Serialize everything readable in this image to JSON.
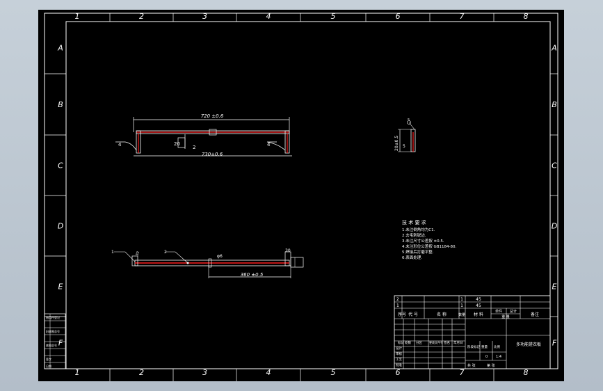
{
  "colors": {
    "background": "#000000",
    "line": "#ffffff",
    "part": "#ff2020",
    "window": "#c0cad4"
  },
  "border": {
    "columns": [
      "1",
      "2",
      "3",
      "4",
      "5",
      "6",
      "7",
      "8"
    ],
    "rows": [
      "A",
      "B",
      "C",
      "D",
      "E",
      "F"
    ]
  },
  "views": {
    "top": {
      "dim_overall": "720 ±0.6",
      "dim_inner": "730±0.6",
      "callout_left": "4",
      "callout_right": "4",
      "dim_small_1": "20",
      "dim_small_2": "2"
    },
    "side": {
      "dim_height": "20±0.5",
      "dim_thickness": "5",
      "callout": "5"
    },
    "bottom": {
      "dim_span": "360 ±0.5",
      "dim_hole": "φ6",
      "dim_end": "30",
      "callout_1": "1",
      "callout_2": "2",
      "dim_left": "30"
    }
  },
  "notes": {
    "title": "技 术 要 求",
    "items": [
      "1.未注倒角均为C1.",
      "2.去毛刺锐边.",
      "3.未注尺寸公差按 ±0.5.",
      "4.未注形位公差按 GB1184-80.",
      "5.焊接后打磨平整.",
      "6.表面处理."
    ]
  },
  "title_block": {
    "parts": [
      {
        "no": "2",
        "code": "",
        "name": "",
        "qty": "1",
        "material": "45"
      },
      {
        "no": "1",
        "code": "",
        "name": "",
        "qty": "1",
        "material": "45"
      }
    ],
    "header": {
      "no": "序号",
      "code": "代 号",
      "name": "名 称",
      "qty": "数量",
      "material": "材 料",
      "unit_weight": "单件",
      "total_weight": "总计",
      "weight": "重 量",
      "remark": "备注"
    },
    "drawing_name": "多功能搓衣板",
    "scale": "1:4",
    "sheet": "共 张",
    "sheet_no": "第 张",
    "qty_mark": "0",
    "labels": {
      "mark": "标记",
      "count": "处数",
      "zone": "分区",
      "change_no": "更改文件号",
      "sign": "签名",
      "date": "年月日",
      "design": "设计",
      "check": "审核",
      "process": "工艺",
      "approve": "批准",
      "stage": "阶段标记",
      "weight": "重量",
      "ratio": "比例"
    }
  },
  "side_table": {
    "rows": [
      "借用件登记",
      "",
      "旧底图总号",
      "",
      "底图总号",
      "",
      "签字",
      "日期"
    ]
  }
}
